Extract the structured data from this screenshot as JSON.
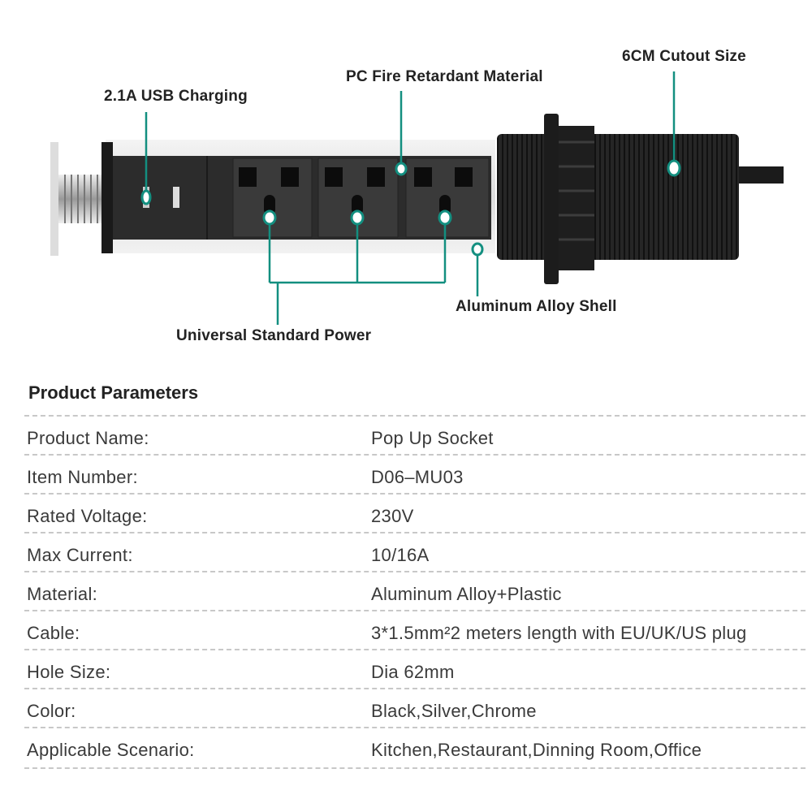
{
  "callouts": {
    "usb": "2.1A USB Charging",
    "fire": "PC Fire Retardant Material",
    "cutout": "6CM Cutout Size",
    "shell": "Aluminum Alloy Shell",
    "power": "Universal Standard Power"
  },
  "colors": {
    "accent": "#138f80",
    "body": "#2a2a2a"
  },
  "params": {
    "title": "Product Parameters",
    "rows": [
      {
        "label": "Product Name:",
        "value": "Pop Up Socket"
      },
      {
        "label": "Item Number:",
        "value": "D06–MU03"
      },
      {
        "label": "Rated Voltage:",
        "value": "230V"
      },
      {
        "label": "Max Current:",
        "value": "10/16A"
      },
      {
        "label": "Material:",
        "value": "Aluminum Alloy+Plastic"
      },
      {
        "label": "Cable:",
        "value": "3*1.5mm²2 meters length with EU/UK/US plug"
      },
      {
        "label": "Hole Size:",
        "value": "Dia 62mm"
      },
      {
        "label": "Color:",
        "value": "Black,Silver,Chrome"
      },
      {
        "label": "Applicable Scenario:",
        "value": "Kitchen,Restaurant,Dinning Room,Office"
      }
    ]
  }
}
